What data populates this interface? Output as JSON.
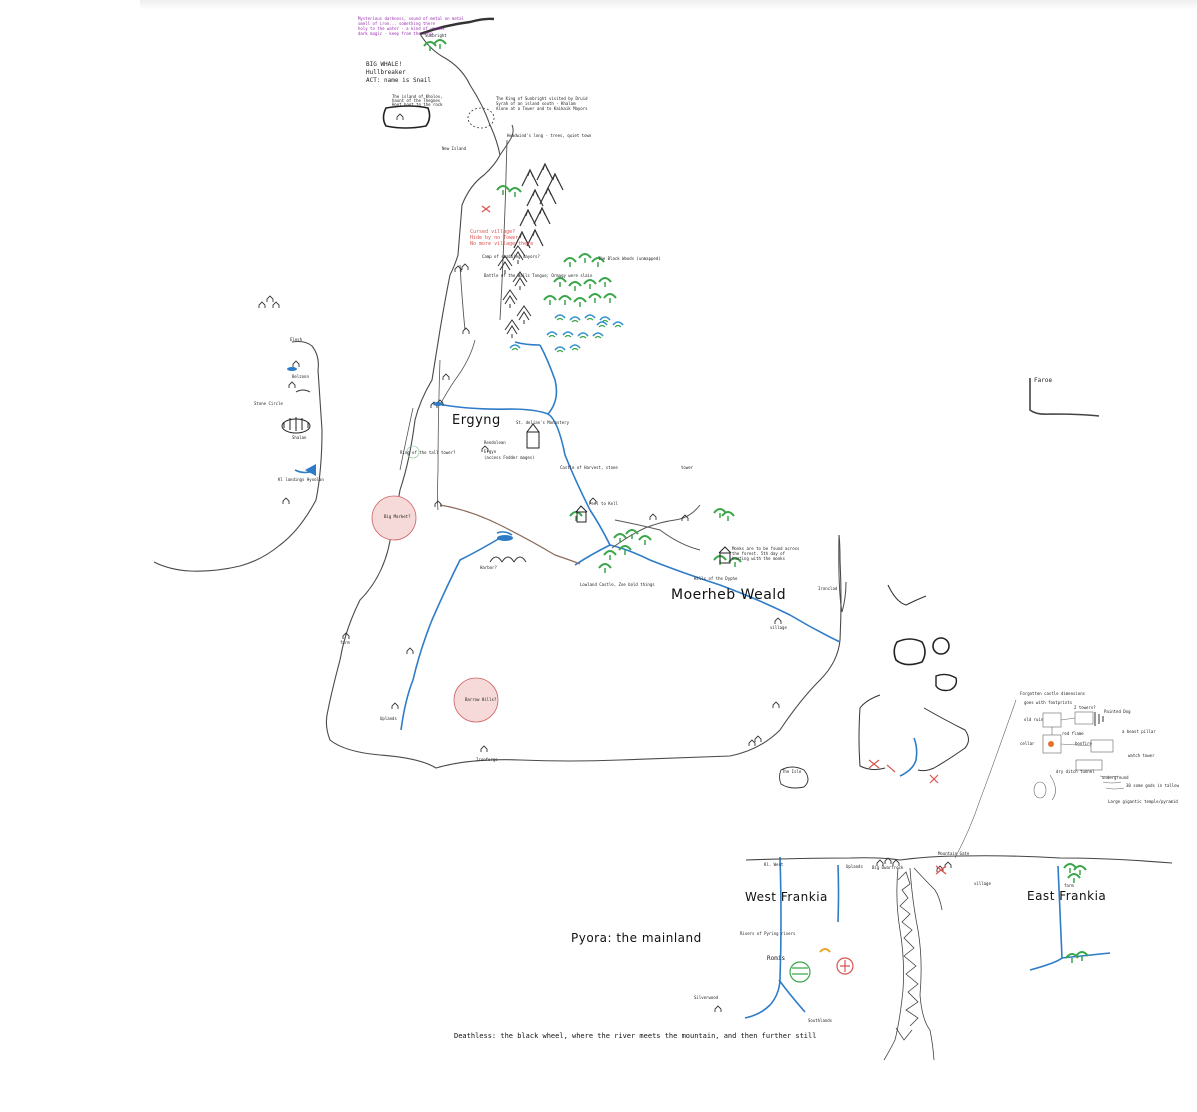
{
  "colors": {
    "coast": "#4a4a4a",
    "coast_bold": "#333333",
    "river": "#2e7cc7",
    "forest": "#3aa64a",
    "forest_blue": "#2f8fcf",
    "road": "#8b6b5a",
    "battle_red": "#d9534f",
    "marker_fill": "#f6d9d9",
    "purple_note": "#9b2db3"
  },
  "icons": [
    "tree-icon",
    "mountain-icon",
    "town-icon",
    "tower-icon",
    "ship-icon",
    "battle-icon"
  ],
  "labels": {
    "north_note_1": "Mysterious darkness, sound of metal on metal",
    "north_note_2": "smell of iron... something there",
    "north_note_3": "holy to the water - a kind of vortex",
    "north_note_4": "dark magic - keep from the ship",
    "whale_1": "BIG WHALE!",
    "whale_2": "Hullbreaker",
    "whale_3": "ACT: name is Snail",
    "island_note_1": "The island of Kholov,",
    "island_note_2": "haunt of the Thegnes",
    "island_note_3": "Hoot hoot to the rock",
    "new_island": "New Island",
    "sunbright": "Sunbright",
    "king_note_1": "The King of Sunbright visited by Druid",
    "king_note_2": "Syrah of an island south - Khalam",
    "king_note_3": "Alone at a Tower and to Kaikaik Mayors",
    "headwinds": "Headwind's long - trees, quiet town",
    "cursed_note_1": "Cursed village?",
    "cursed_note_2": "Hide by no Tower",
    "cursed_note_3": "No more village there",
    "camp": "Camp of stabbing mayors?",
    "black_woods": "The Black Woods (unmapped)",
    "battle": "Battle of the Walls Tongue; Ormagy were slain",
    "ergyng": "Ergyng",
    "rendolean": "Rendolean",
    "ergyn": "Ergyn",
    "ergyn_sub": "(access Fodder mages)",
    "st_delian": "St. delian's Monastery",
    "ring_tall": "Ring of the tall tower?",
    "big_market": "Big Market?",
    "barrow_hills": "Barrow Hills?",
    "elesh": "Elesh",
    "bel_town": "Belzonn",
    "stone_circle": "Stone Circle",
    "shalan": "Shalan",
    "kl_landings": "Kl landings Hyxolan",
    "moerheb": "Moerheb Weald",
    "moerheb_note_1": "Monks are to be found across",
    "moerheb_note_2": "the forest. 5th day of",
    "moerheb_note_3": "hunting with the monks",
    "hills": "Hills of the Dyphe",
    "castle_note": "Castle of Harvest, stone",
    "lowland": "Lowland Castle, Zoe bold things",
    "peel_note": "Peel to Kell",
    "west_frankia": "West Frankia",
    "east_frankia": "East Frankia",
    "pyora": "Pyora: the mainland",
    "romis": "Romis",
    "deathless": "Deathless: the black wheel, where the river meets the mountain, and then further still",
    "faroe": "Faroe",
    "the_isle": "The Isle",
    "rivers_pf": "Rivers of Pyring rivers",
    "kl_west": "Kl. West",
    "southlands": "Southlands",
    "silverwood": "Silverwood",
    "big_dwarf": "Big Dwarfrock",
    "mountain_gate": "Mountain Gate",
    "village": "village",
    "farm": "farm",
    "uplands": "Uplands",
    "ironforge": "Ironforge",
    "tower": "tower",
    "diagram_title": "Forgotten castle dimensions",
    "diagram_1": "goes with footprints",
    "diagram_2": "2 towers?",
    "diagram_3": "Painted Dog",
    "diagram_4": "underground",
    "diagram_5": "Large gigantic temple/pyramid",
    "diagram_6": "a beast pillar",
    "diagram_7": "watch tower",
    "diagram_8": "old ruin",
    "diagram_9": "red flame",
    "diagram_10": "cellar",
    "diagram_11": "bonfire",
    "diagram_12": "dry ditch tunnel",
    "diagram_13": "30 some gods in tallow",
    "harbor": "Harbor?",
    "ship_town": "Ironclad"
  },
  "headline_labels": {
    "ergyng": "Ergyng",
    "moerheb": "Moerheb Weald",
    "west_frankia": "West Frankia",
    "east_frankia": "East Frankia",
    "pyora": "Pyora: the mainland",
    "faroe": "Faroe"
  }
}
